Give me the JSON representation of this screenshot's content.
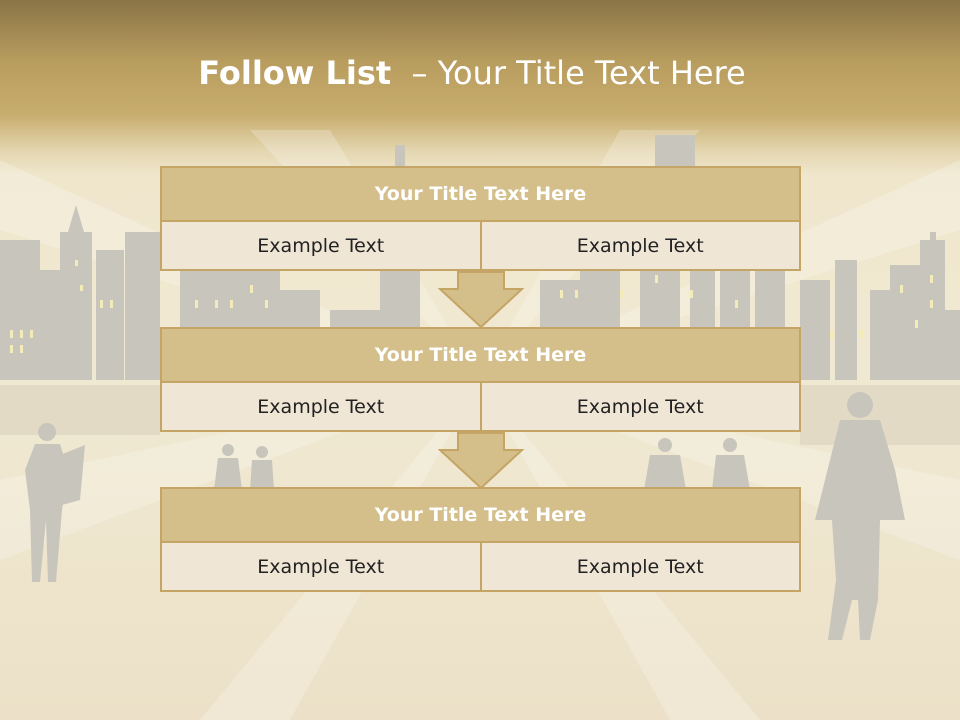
{
  "title": {
    "bold": "Follow List",
    "rest": "  – Your Title Text Here"
  },
  "blocks": [
    {
      "heading": "Your Title Text Here",
      "cells": [
        "Example Text",
        "Example Text"
      ]
    },
    {
      "heading": "Your Title Text Here",
      "cells": [
        "Example Text",
        "Example Text"
      ]
    },
    {
      "heading": "Your Title Text Here",
      "cells": [
        "Example Text",
        "Example Text"
      ]
    }
  ],
  "colors": {
    "header_gold": "#b79c5e",
    "block_head": "#d4bf8a",
    "border": "#c5a565",
    "cell_bg": "#efe6d6",
    "silhouette": "#c8c5bc"
  }
}
